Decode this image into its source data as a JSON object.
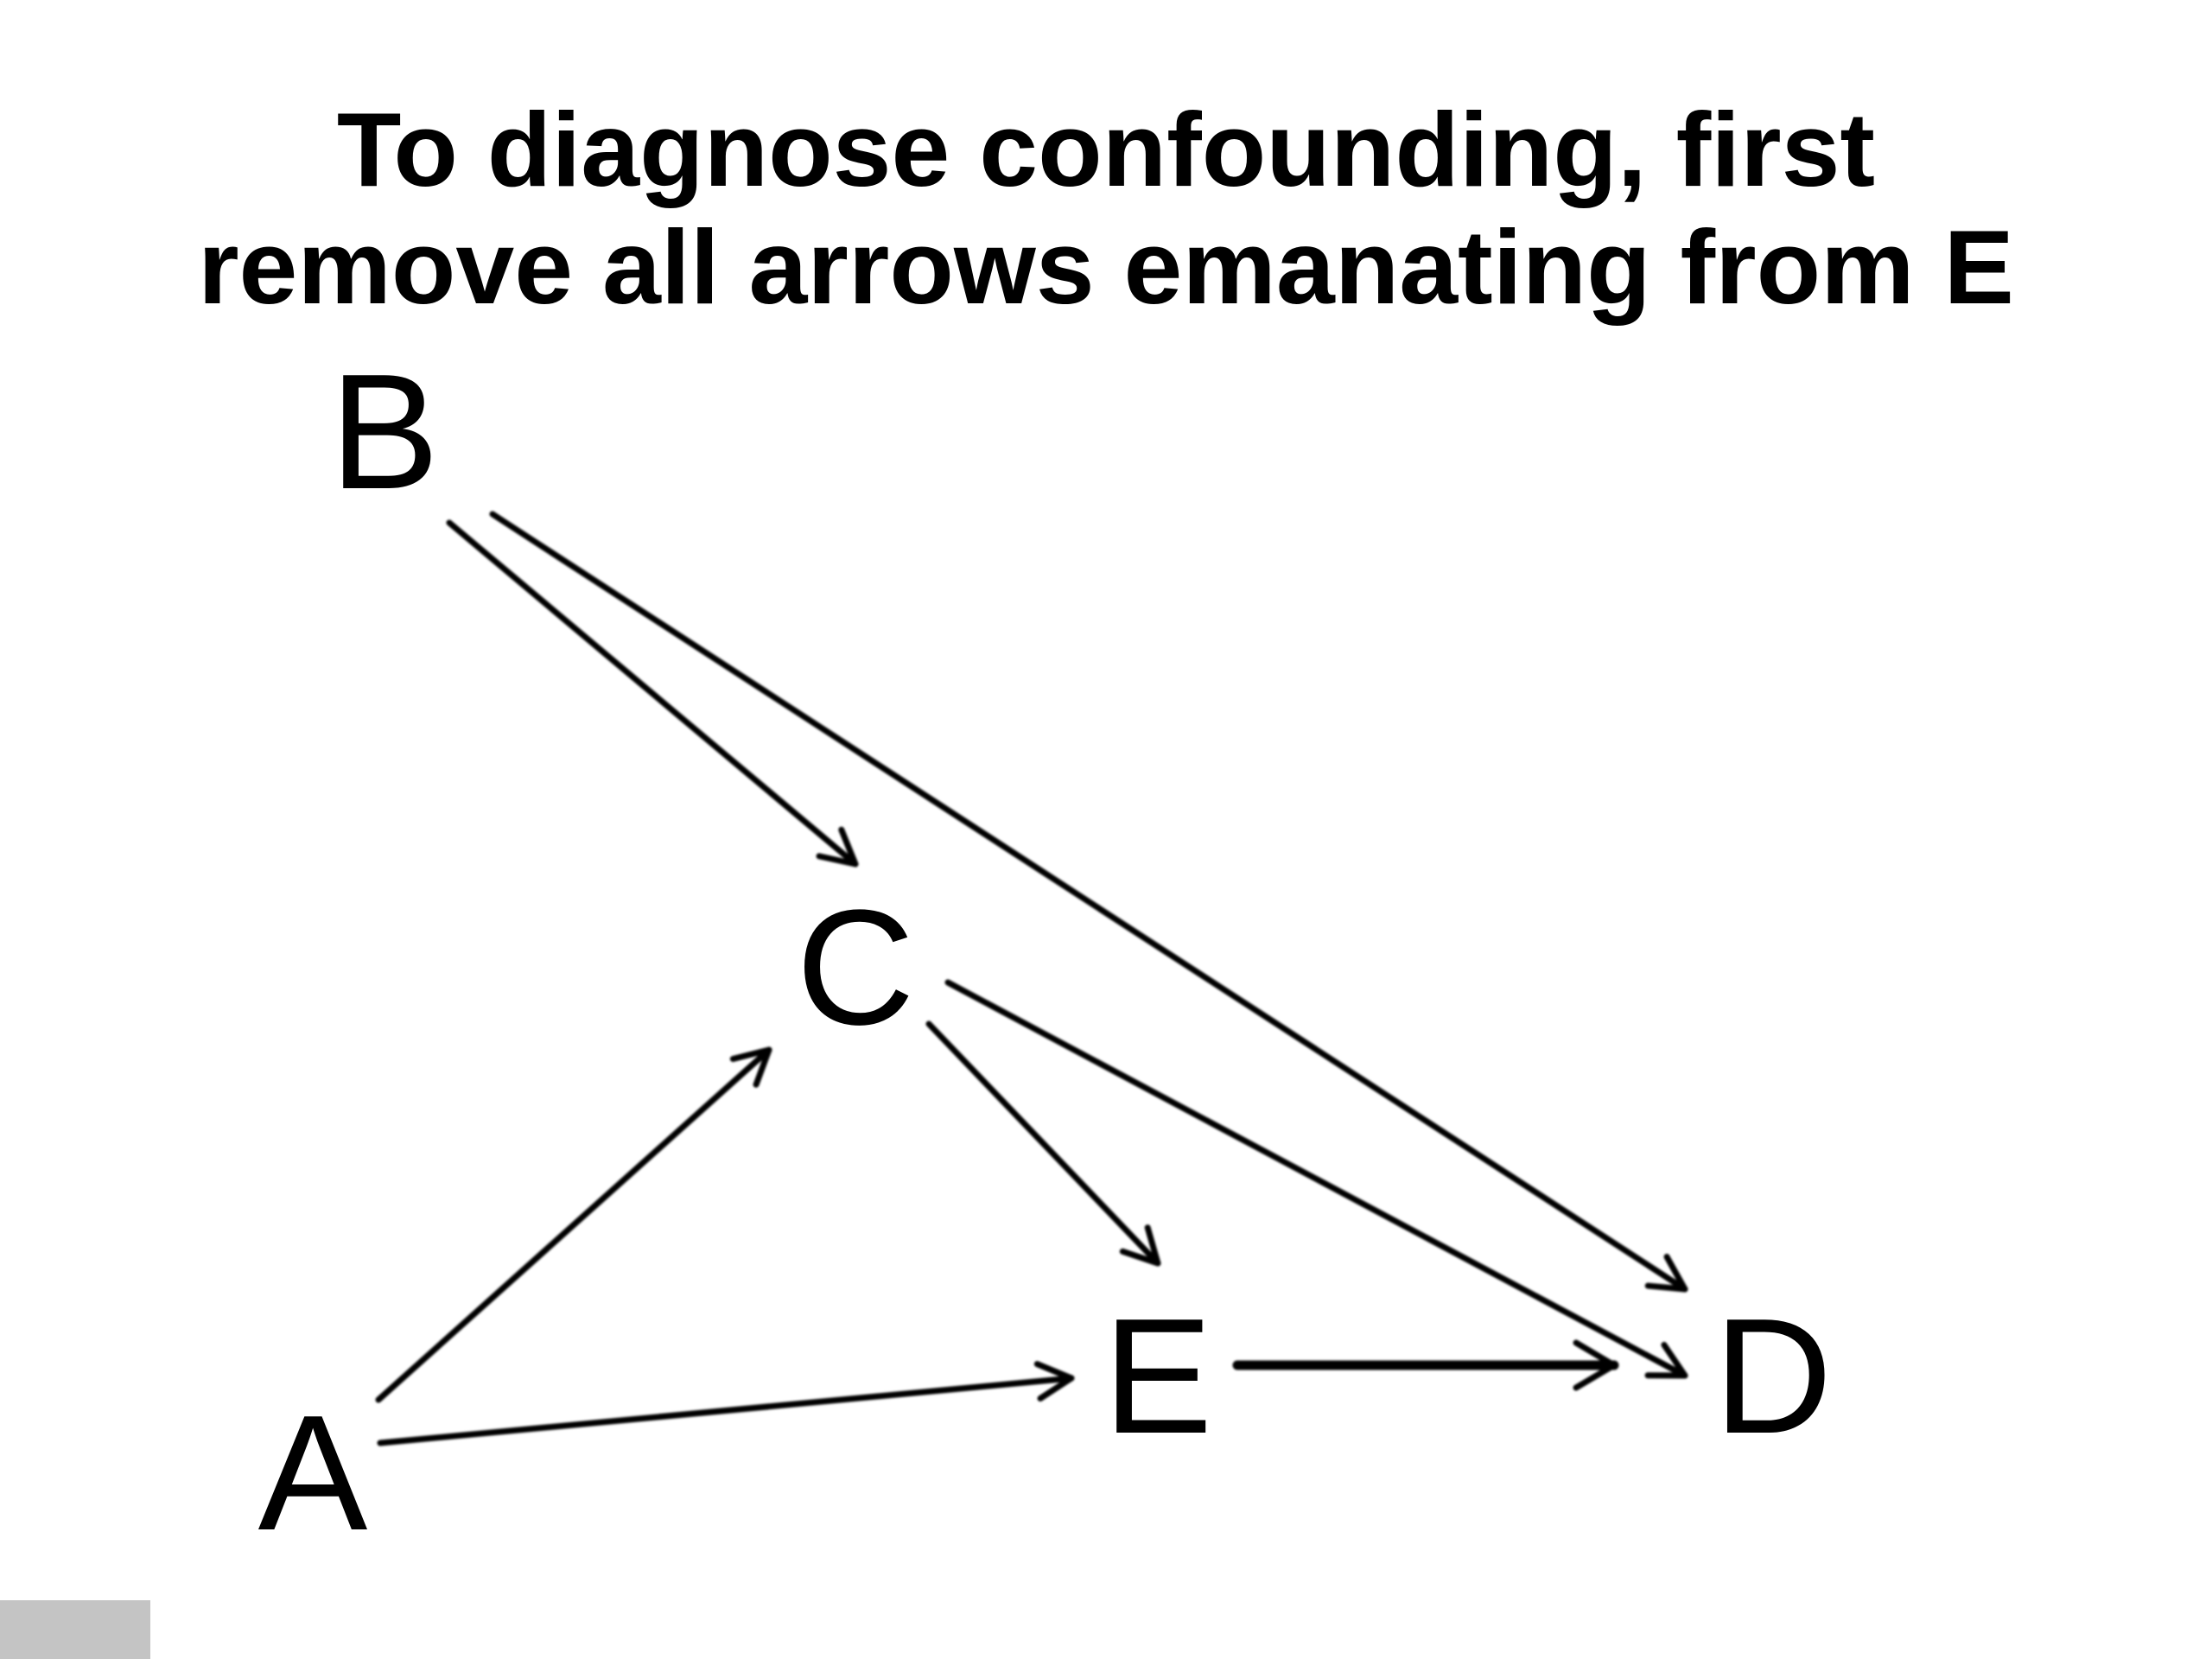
{
  "title": {
    "line1": "To diagnose confounding, first",
    "line2": "remove all arrows emanating from E"
  },
  "diagram": {
    "nodes": [
      {
        "id": "B",
        "label": "B"
      },
      {
        "id": "C",
        "label": "C"
      },
      {
        "id": "A",
        "label": "A"
      },
      {
        "id": "E",
        "label": "E"
      },
      {
        "id": "D",
        "label": "D"
      }
    ],
    "edges": [
      {
        "from": "B",
        "to": "C"
      },
      {
        "from": "B",
        "to": "D"
      },
      {
        "from": "A",
        "to": "C"
      },
      {
        "from": "C",
        "to": "E"
      },
      {
        "from": "C",
        "to": "D"
      },
      {
        "from": "A",
        "to": "E"
      },
      {
        "from": "E",
        "to": "D"
      }
    ]
  },
  "colors": {
    "foreground": "#000000",
    "background": "#ffffff",
    "corner_tab": "#c4c4c4"
  }
}
